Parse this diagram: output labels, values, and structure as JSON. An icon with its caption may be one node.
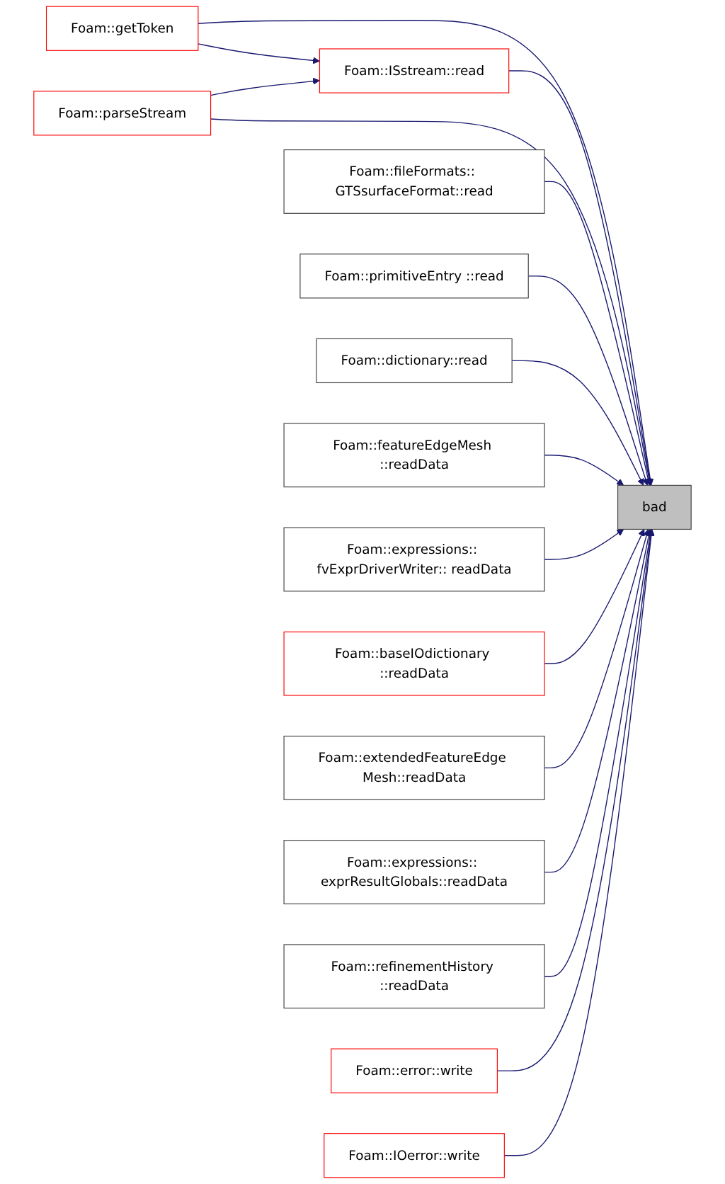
{
  "diagram": {
    "nodes": [
      {
        "text": [
          "Foam::getToken"
        ]
      },
      {
        "text": [
          "Foam::ISstream::read"
        ]
      },
      {
        "text": [
          "Foam::parseStream"
        ]
      },
      {
        "text": [
          "Foam::fileFormats:: GTSsurfaceFormat::read"
        ]
      },
      {
        "text": [
          "Foam::primitiveEntry ::read"
        ]
      },
      {
        "text": [
          "Foam::dictionary::read"
        ]
      },
      {
        "text": [
          "Foam::featureEdgeMesh ::readData"
        ]
      },
      {
        "text": [
          "bad"
        ]
      },
      {
        "text": [
          "Foam::expressions:: fvExprDriverWriter:: readData"
        ]
      },
      {
        "text": [
          "Foam::baseIOdictionary ::readData"
        ]
      },
      {
        "text": [
          "Foam::extendedFeatureEdge Mesh::readData"
        ]
      },
      {
        "text": [
          "Foam::expressions:: exprResultGlobals::readData"
        ]
      },
      {
        "text": [
          "Foam::refinementHistory ::readData"
        ]
      },
      {
        "text": [
          "Foam::error::write"
        ]
      },
      {
        "text": [
          "Foam::IOerror::write"
        ]
      }
    ],
    "edges": [
      {
        "from": 0,
        "to": 1,
        "arrow": "to"
      },
      {
        "from": 2,
        "to": 1,
        "arrow": "to"
      },
      {
        "from": 0,
        "to": 7,
        "arrow": "to"
      },
      {
        "from": 1,
        "to": 7,
        "arrow": "to"
      },
      {
        "from": 2,
        "to": 7,
        "arrow": "to"
      },
      {
        "from": 3,
        "to": 7,
        "arrow": "to"
      },
      {
        "from": 4,
        "to": 7,
        "arrow": "to"
      },
      {
        "from": 5,
        "to": 7,
        "arrow": "to"
      },
      {
        "from": 6,
        "to": 7,
        "arrow": "to"
      },
      {
        "from": 8,
        "to": 7,
        "arrow": "to"
      },
      {
        "from": 9,
        "to": 7,
        "arrow": "to"
      },
      {
        "from": 10,
        "to": 7,
        "arrow": "to"
      },
      {
        "from": 11,
        "to": 7,
        "arrow": "to"
      },
      {
        "from": 12,
        "to": 7,
        "arrow": "to"
      },
      {
        "from": 13,
        "to": 7,
        "arrow": "to"
      },
      {
        "from": 14,
        "to": 7,
        "arrow": "to"
      }
    ]
  }
}
